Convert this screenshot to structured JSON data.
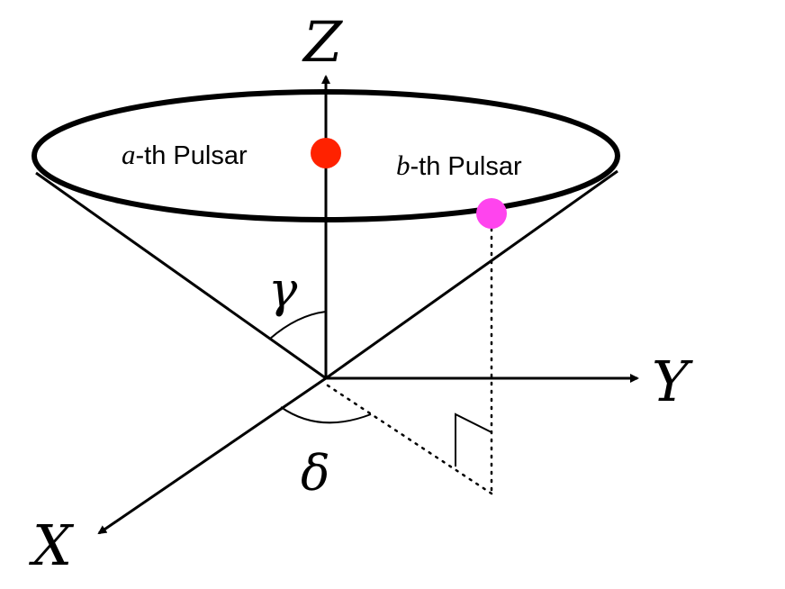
{
  "axes": {
    "z_label": "Z",
    "y_label": "Y",
    "x_label": "X"
  },
  "angles": {
    "gamma": "γ",
    "delta": "δ"
  },
  "pulsars": {
    "a": {
      "index": "a",
      "suffix": "-th Pulsar",
      "color": "#ff2200"
    },
    "b": {
      "index": "b",
      "suffix": "-th Pulsar",
      "color": "#ff44ee"
    }
  },
  "colors": {
    "line": "#000000",
    "background": "#ffffff"
  }
}
